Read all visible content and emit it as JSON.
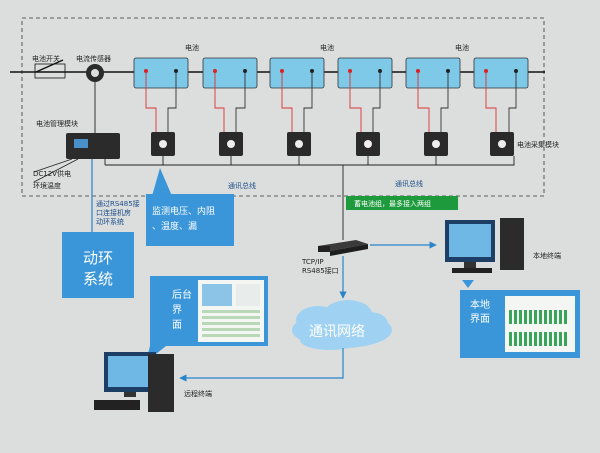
{
  "labels": {
    "battery_switch": "电池开关",
    "current_sensor": "电流传感器",
    "battery_1": "电池",
    "battery_2": "电池",
    "battery_3": "电池",
    "bms": "电池管理模块",
    "dc_supply": "DC12V供电",
    "env_temp": "环境温度",
    "rs485_note": "通过RS485接口连接机房动环系统",
    "sampling_module": "电池采集模块",
    "bus_left": "通讯总线",
    "bus_right": "通讯总线",
    "green_banner": "蓄电池组，最多接入两组",
    "monitor_box": "监测电压、内阻、温度、漏液",
    "dynamic_env": "动环系统",
    "tcpip": "TCP/IP",
    "rs485_port": "RS485接口",
    "local_terminal": "本地终端",
    "backend_ui": "后台界面",
    "comm_network": "通讯网络",
    "local_ui": "本地界面",
    "remote_terminal": "远程终端"
  },
  "colors": {
    "background": "#dcdedd",
    "battery_fill": "#7ec8e8",
    "accent_blue": "#2a84c8",
    "green_banner": "#1c9a3c",
    "cloud": "#9fd2f2"
  },
  "icons": [
    "switch-icon",
    "current-sensor-icon",
    "battery-icon",
    "bms-device-icon",
    "sampling-module-icon",
    "network-switch-icon",
    "computer-icon",
    "cloud-icon"
  ]
}
